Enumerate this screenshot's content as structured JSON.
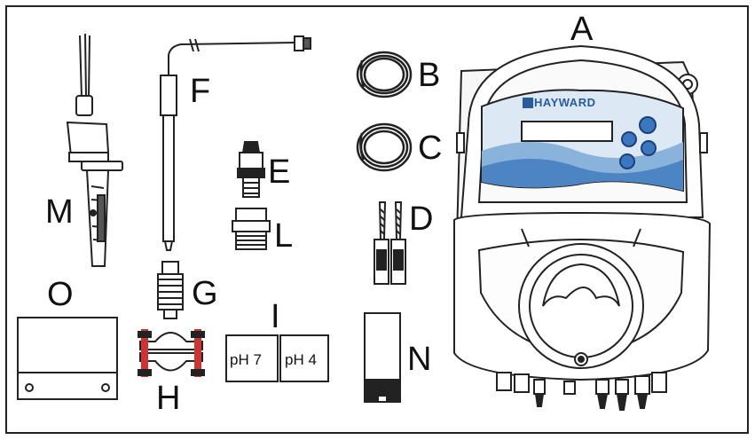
{
  "labels": {
    "A": "A",
    "B": "B",
    "C": "C",
    "D": "D",
    "E": "E",
    "F": "F",
    "G": "G",
    "H": "H",
    "I": "I",
    "L": "L",
    "M": "M",
    "N": "N",
    "O": "O"
  },
  "buffers": {
    "ph7": "pH 7",
    "ph4": "pH 4"
  },
  "brand": "HAYWARD"
}
